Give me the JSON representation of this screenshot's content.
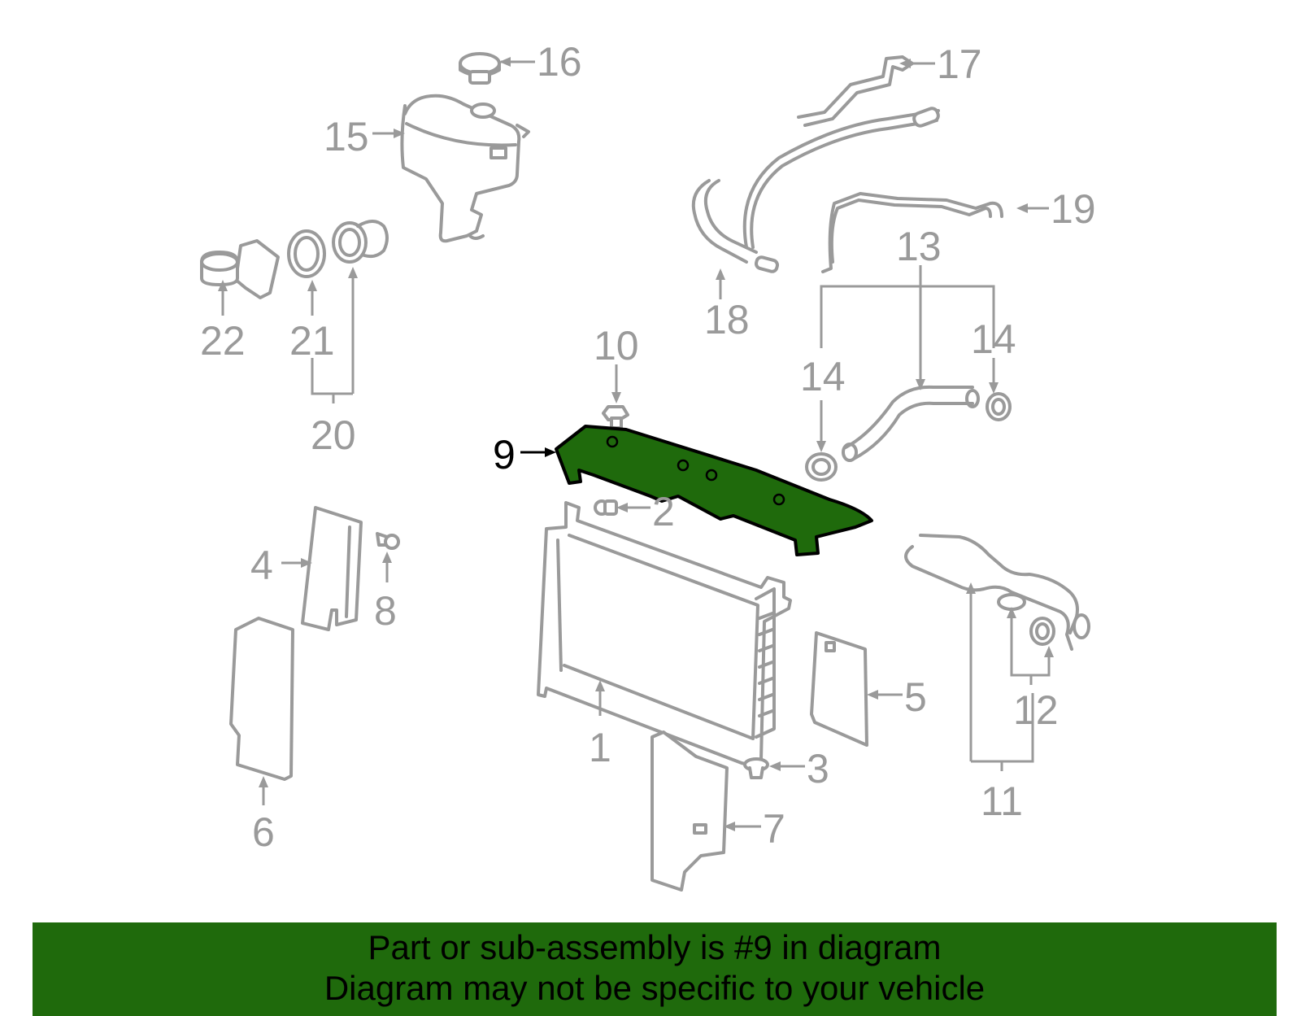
{
  "callouts": {
    "n1": "1",
    "n2": "2",
    "n3": "3",
    "n4": "4",
    "n5": "5",
    "n6": "6",
    "n7": "7",
    "n8": "8",
    "n9": "9",
    "n10": "10",
    "n11": "11",
    "n12": "12",
    "n13": "13",
    "n14a": "14",
    "n14b": "14",
    "n15": "15",
    "n16": "16",
    "n17": "17",
    "n18": "18",
    "n19": "19",
    "n20": "20",
    "n21": "21",
    "n22": "22"
  },
  "highlight": {
    "part": "9",
    "color": "#1f6a0c"
  },
  "banner": {
    "line1": "Part or sub-assembly is #9 in diagram",
    "line2": "Diagram may not be specific to your vehicle"
  }
}
